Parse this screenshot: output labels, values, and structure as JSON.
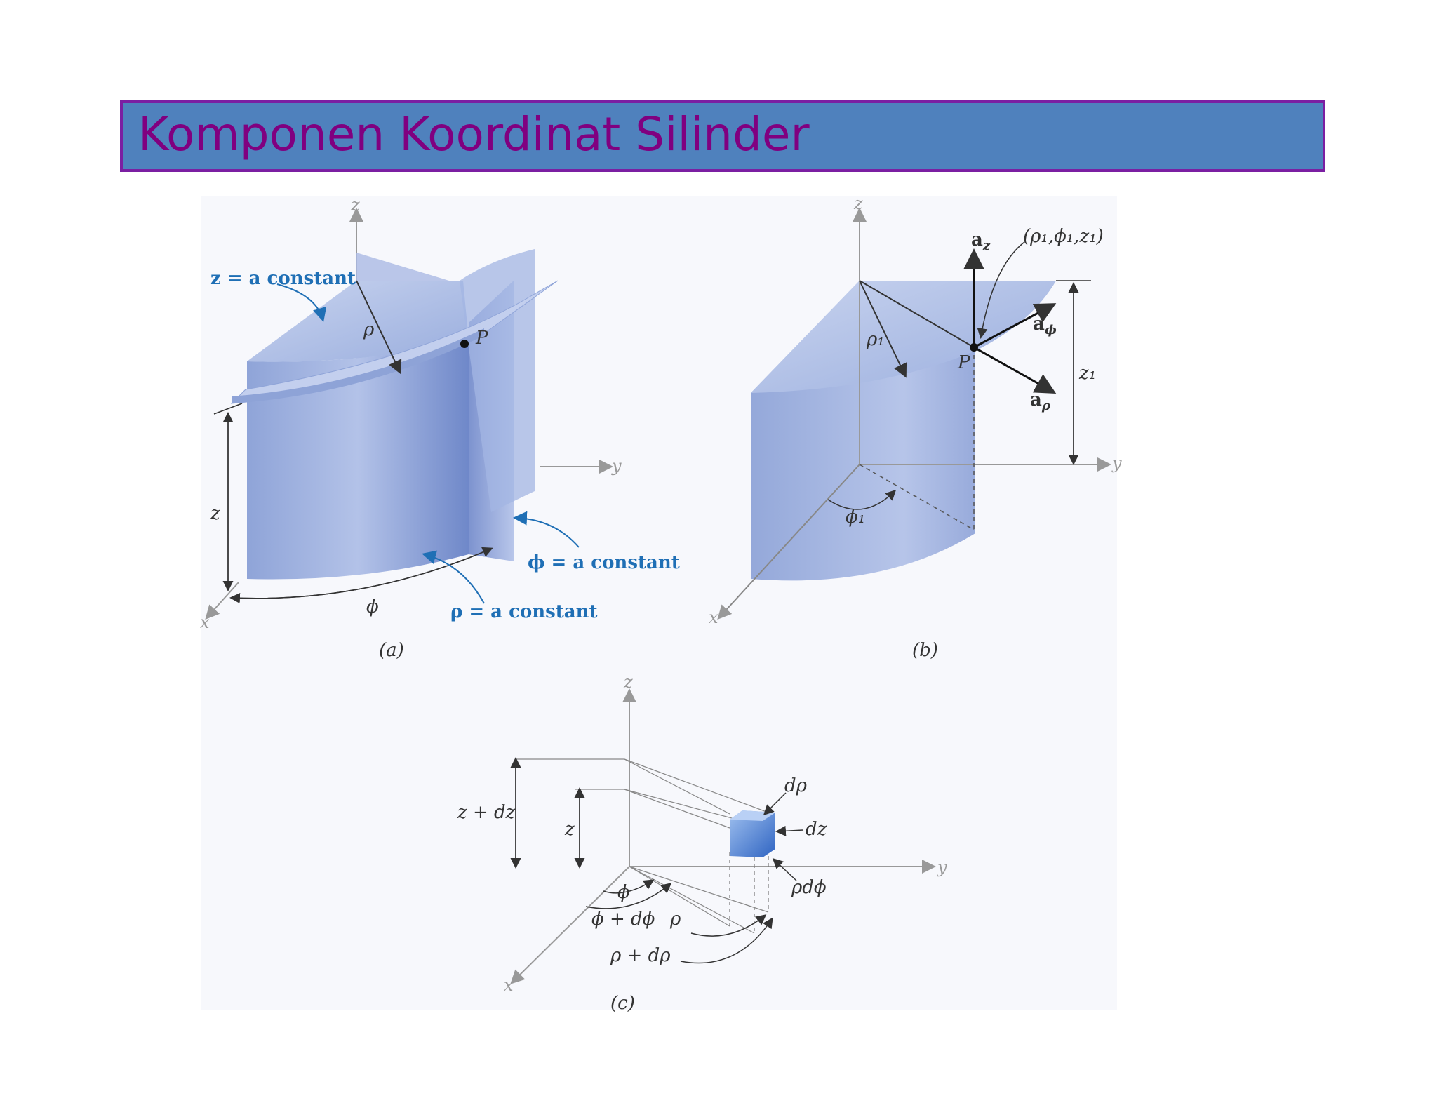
{
  "title": "Komponen Koordinat Silinder",
  "fig_a": {
    "caption": "(a)",
    "z_const": "z = a constant",
    "phi_const": "ϕ = a constant",
    "rho_const": "ρ = a constant",
    "rho": "ρ",
    "point": "P",
    "z": "z",
    "phi": "ϕ",
    "axis_x": "x",
    "axis_y": "y",
    "axis_z": "z"
  },
  "fig_b": {
    "caption": "(b)",
    "coords": "(ρ₁,ϕ₁,z₁)",
    "az": "a",
    "az_sub": "z",
    "aphi": "a",
    "aphi_sub": "ϕ",
    "arho": "a",
    "arho_sub": "ρ",
    "rho1": "ρ₁",
    "point": "P",
    "z1": "z₁",
    "phi1": "ϕ₁",
    "axis_x": "x",
    "axis_y": "y",
    "axis_z": "z"
  },
  "fig_c": {
    "caption": "(c)",
    "drho": "dρ",
    "dz": "dz",
    "rhodphi": "ρdϕ",
    "z_plus_dz": "z + dz",
    "z": "z",
    "phi": "ϕ",
    "phi_plus_dphi": "ϕ + dϕ",
    "rho": "ρ",
    "rho_plus_drho": "ρ + dρ",
    "axis_x": "x",
    "axis_y": "y",
    "axis_z": "z"
  }
}
